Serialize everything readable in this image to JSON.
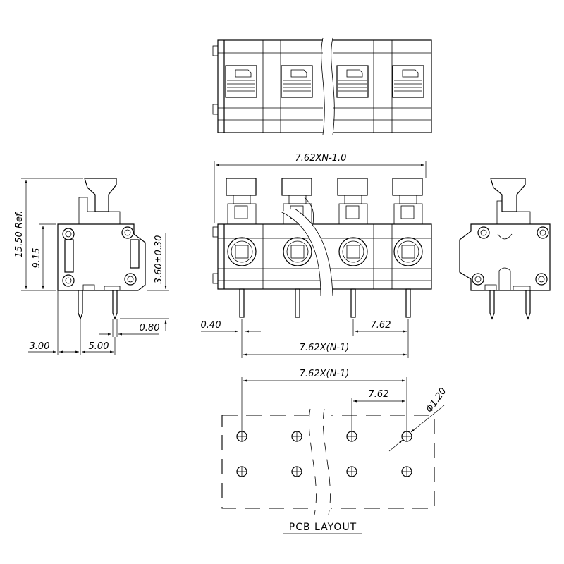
{
  "dimensions": {
    "overall_width": "7.62XN-1.0",
    "pitch_span_side": "7.62X(N-1)",
    "pitch_span_layout": "7.62X(N-1)",
    "pitch_side": "7.62",
    "pitch_layout": "7.62",
    "pin_width": "0.40",
    "pin_thickness": "0.80",
    "overall_height": "15.50 Ref.",
    "body_height": "9.15",
    "pin_length": "3.60±0.30",
    "offset_a": "3.00",
    "pin_spacing": "5.00",
    "hole_diameter": "Φ1.20"
  },
  "labels": {
    "pcb_layout": "PCB LAYOUT"
  }
}
